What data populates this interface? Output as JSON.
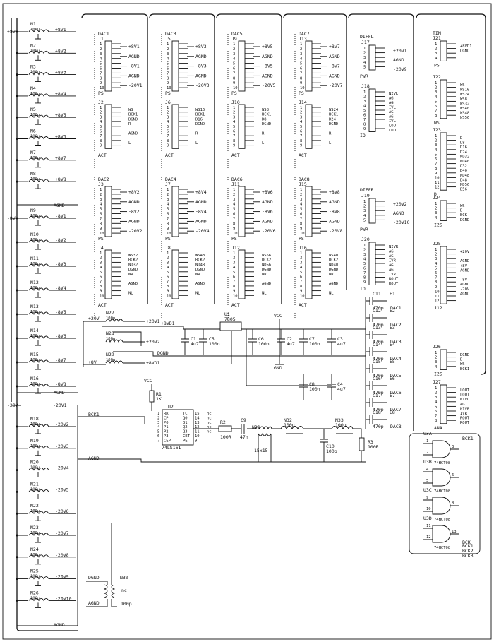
{
  "inductors_left": [
    {
      "ref": "N1",
      "val": "100µ",
      "net": "+8V1"
    },
    {
      "ref": "N2",
      "val": "100µ",
      "net": "+8V2"
    },
    {
      "ref": "N3",
      "val": "100µ",
      "net": "+8V3"
    },
    {
      "ref": "N4",
      "val": "100µ",
      "net": "+8V4"
    },
    {
      "ref": "N5",
      "val": "100µ",
      "net": "+8V5"
    },
    {
      "ref": "N6",
      "val": "100µ",
      "net": "+8V6"
    },
    {
      "ref": "N7",
      "val": "100µ",
      "net": "+8V7"
    },
    {
      "ref": "N8",
      "val": "100µ",
      "net": "+8V8"
    },
    {
      "ref": "N9",
      "val": "100µ",
      "net": "-8V1"
    },
    {
      "ref": "N10",
      "val": "100µ",
      "net": "-8V2"
    },
    {
      "ref": "N11",
      "val": "100µ",
      "net": "-8V3"
    },
    {
      "ref": "N12",
      "val": "100µ",
      "net": "-8V4"
    },
    {
      "ref": "N13",
      "val": "100µ",
      "net": "-8V5"
    },
    {
      "ref": "N14",
      "val": "100µ",
      "net": "-8V6"
    },
    {
      "ref": "N15",
      "val": "100µ",
      "net": "-8V7"
    },
    {
      "ref": "N16",
      "val": "100µ",
      "net": "-8V8"
    },
    {
      "ref": "N18",
      "val": "100µ",
      "net": "-20V2"
    },
    {
      "ref": "N19",
      "val": "100µ",
      "net": "-20V3"
    },
    {
      "ref": "N20",
      "val": "100µ",
      "net": "-20V4"
    },
    {
      "ref": "N21",
      "val": "100µ",
      "net": "-20V5"
    },
    {
      "ref": "N22",
      "val": "100µ",
      "net": "-20V6"
    },
    {
      "ref": "N23",
      "val": "100µ",
      "net": "-20V7"
    },
    {
      "ref": "N24",
      "val": "100µ",
      "net": "-20V8"
    },
    {
      "ref": "N25",
      "val": "100µ",
      "net": "-20V9"
    },
    {
      "ref": "N26",
      "val": "100µ",
      "net": "-20V10"
    }
  ],
  "rails": {
    "plus8": "+8V",
    "minus8": "-8V",
    "minus20": "-20V",
    "minus20_1": "-20V1",
    "agnd": "AGND",
    "bck1": "BCK1"
  },
  "dac_top": [
    {
      "title": "DAC1",
      "j1": "J1",
      "j2": "J2",
      "ps": "PS",
      "act": "ACT",
      "p1": "+8V1",
      "p2": "AGND",
      "p3": "-8V1",
      "p4": "AGND",
      "p5": "-20V1",
      "a1": "WS",
      "a2": "BCK1",
      "a3": "DGND",
      "a4": "R",
      "a5": "AGND",
      "a6": "L"
    },
    {
      "title": "DAC3",
      "j1": "J5",
      "j2": "J6",
      "ps": "PS",
      "act": "ACT",
      "p1": "+8V3",
      "p2": "AGND",
      "p3": "-8V3",
      "p4": "AGND",
      "p5": "-20V3",
      "a1": "WS16",
      "a2": "BCK1",
      "a3": "D16",
      "a4": "DGND",
      "a5": "R",
      "a6": "L"
    },
    {
      "title": "DAC5",
      "j1": "J9",
      "j2": "J10",
      "ps": "PS",
      "act": "ACT",
      "p1": "+8V5",
      "p2": "AGND",
      "p3": "-8V5",
      "p4": "AGND",
      "p5": "-20V5",
      "a1": "WS8",
      "a2": "BCK1",
      "a3": "D8",
      "a4": "DGND",
      "a5": "R",
      "a6": "L"
    },
    {
      "title": "DAC7",
      "j1": "J13",
      "j2": "J14",
      "ps": "PS",
      "act": "ACT",
      "p1": "+8V7",
      "p2": "AGND",
      "p3": "-8V7",
      "p4": "AGND",
      "p5": "-20V7",
      "a1": "WS24",
      "a2": "BCK1",
      "a3": "D24",
      "a4": "DGND",
      "a5": "R",
      "a6": "L"
    }
  ],
  "dac_bottom": [
    {
      "title": "DAC2",
      "j1": "J3",
      "j2": "J4",
      "ps": "PS",
      "act": "ACT",
      "p1": "+8V2",
      "p2": "AGND",
      "p3": "-8V2",
      "p4": "AGND",
      "p5": "-20V2",
      "a1": "WS32",
      "a2": "BCK2",
      "a3": "ND32",
      "a4": "DGND",
      "a5": "NR",
      "a6": "AGND",
      "a7": "NL"
    },
    {
      "title": "DAC4",
      "j1": "J7",
      "j2": "J8",
      "ps": "PS",
      "act": "ACT",
      "p1": "+8V4",
      "p2": "AGND",
      "p3": "-8V4",
      "p4": "AGND",
      "p5": "-20V4",
      "a1": "WS48",
      "a2": "BCK2",
      "a3": "ND48",
      "a4": "DGND",
      "a5": "NR",
      "a6": "AGND",
      "a7": "NL"
    },
    {
      "title": "DAC6",
      "j1": "J11",
      "j2": "J12",
      "ps": "PS",
      "act": "ACT",
      "p1": "+8V6",
      "p2": "AGND",
      "p3": "-8V6",
      "p4": "AGND",
      "p5": "-20V6",
      "a1": "WS56",
      "a2": "BCK2",
      "a3": "ND56",
      "a4": "DGND",
      "a5": "NR",
      "a6": "AGND",
      "a7": "NL"
    },
    {
      "title": "DAC8",
      "j1": "J15",
      "j2": "J16",
      "ps": "PS",
      "act": "ACT",
      "p1": "+8V8",
      "p2": "AGND",
      "p3": "-8V8",
      "p4": "AGND",
      "p5": "-20V8",
      "a1": "WS40",
      "a2": "BCK2",
      "a3": "ND40",
      "a4": "DGND",
      "a5": "NR",
      "a6": "AGND",
      "a7": "NL"
    }
  ],
  "diffl": {
    "title": "DIFFL",
    "j": "J17",
    "pwr": "PWR",
    "p1": "+20V1",
    "p2": "AGND",
    "p3": "-20V9",
    "j2": "J18",
    "io": "IO",
    "sig": [
      "NIVL",
      "AG",
      "AG",
      "IVL",
      "AG",
      "AG",
      "IVL",
      "LOUT",
      "LOUT"
    ]
  },
  "diffr": {
    "title": "DIFFR",
    "j": "J19",
    "pwr": "PWR",
    "p1": "+20V2",
    "p2": "AGND",
    "p3": "-20V10",
    "j2": "J20",
    "io": "IO",
    "sig": [
      "NIVR",
      "AG",
      "AG",
      "IVR",
      "AG",
      "AG",
      "IVR",
      "ROUT",
      "ROUT"
    ]
  },
  "tim": {
    "j": "J21",
    "ps": "PS",
    "p1": "+8VD1",
    "p2": "DGND"
  },
  "ws_conn": {
    "j": "J22",
    "label": "WS",
    "sig": [
      "WS",
      "WS16",
      "WS24",
      "WS8",
      "WS32",
      "WS40",
      "WS48",
      "WS56"
    ]
  },
  "d_conn": {
    "j": "J23",
    "label": "D",
    "sig": [
      "D",
      "D8",
      "D16",
      "D24",
      "ND32",
      "ND40",
      "D32",
      "D40",
      "ND48",
      "D48",
      "ND56",
      "D56"
    ]
  },
  "i2s_conn": {
    "j": "J24",
    "label": "I2S",
    "sig": [
      "WS",
      "D",
      "BCK",
      "DGND"
    ]
  },
  "pwr_conn": {
    "j": "J25",
    "label": "J12",
    "sig": [
      "+20V",
      "AGND",
      "+8V",
      "AGND",
      "-8V",
      "AGND",
      "-20V",
      "AGND"
    ]
  },
  "i2s2_conn": {
    "j": "J26",
    "label": "I2S",
    "sig": [
      "DGND",
      "D",
      "WS",
      "BCK1"
    ]
  },
  "ana_conn": {
    "j": "J27",
    "label": "ANA",
    "sig": [
      "LOUT",
      "LOUT",
      "NIVL",
      "AG",
      "NIVR",
      "IVR",
      "ROUT",
      "ROUT"
    ]
  },
  "regulator": {
    "ref": "U1",
    "part": "7805",
    "vcc": "VCC",
    "gnd": "GND",
    "net_in": "+8VD1"
  },
  "caps": [
    {
      "ref": "C1",
      "val": "4u7"
    },
    {
      "ref": "C5",
      "val": "100n"
    },
    {
      "ref": "C6",
      "val": "100n"
    },
    {
      "ref": "C2",
      "val": "4u7"
    },
    {
      "ref": "C7",
      "val": "100n"
    },
    {
      "ref": "C3",
      "val": "4u7"
    },
    {
      "ref": "C8",
      "val": "100n"
    },
    {
      "ref": "C4",
      "val": "4u7"
    },
    {
      "ref": "C9",
      "val": "47n"
    },
    {
      "ref": "C10",
      "val": "100p"
    }
  ],
  "inductors_mid": [
    {
      "ref": "N27",
      "val": "100µ",
      "net": "+20V1"
    },
    {
      "ref": "N28",
      "val": "100µ",
      "net": "+20V2"
    },
    {
      "ref": "N29",
      "val": "100µ",
      "net": "+8VD1"
    },
    {
      "ref": "N30",
      "val": "100p"
    },
    {
      "ref": "N31",
      "val": "15x15"
    },
    {
      "ref": "N32",
      "val": "100µ"
    },
    {
      "ref": "N33",
      "val": "100µ"
    }
  ],
  "mid_nets": {
    "p20": "+20V",
    "p8": "+8V",
    "dgnd": "DGND",
    "bck1": "BCK1",
    "agnd": "AGND",
    "nc": "nc"
  },
  "counter": {
    "ref": "U2",
    "part": "74LS161",
    "vcc": "VCC",
    "r1": "R1",
    "r1v": "1K",
    "pins": [
      "RR",
      "CP",
      "P0",
      "P1",
      "P2",
      "P3",
      "CEP"
    ],
    "outs": [
      "TC",
      "Q0",
      "Q1",
      "Q2",
      "Q3",
      "CET",
      "PE"
    ],
    "nums_l": [
      "1",
      "2",
      "3",
      "4",
      "5",
      "6",
      "7"
    ],
    "nums_r": [
      "15",
      "14",
      "13",
      "12",
      "11",
      "10",
      "9"
    ],
    "nc": "nc"
  },
  "resistors": [
    {
      "ref": "R2",
      "val": "100R"
    },
    {
      "ref": "R3",
      "val": "100R"
    }
  ],
  "bck_caps": [
    {
      "c": "C11",
      "e": "E1",
      "val": "470p",
      "dac": "DAC1"
    },
    {
      "c": "C12",
      "e": "E2",
      "val": "470p",
      "dac": "DAC2"
    },
    {
      "c": "C13",
      "e": "E3",
      "val": "470p",
      "dac": "DAC3"
    },
    {
      "c": "C14",
      "e": "E4",
      "val": "470p",
      "dac": "DAC4"
    },
    {
      "c": "C15",
      "e": "E5",
      "val": "470p",
      "dac": "DAC5"
    },
    {
      "c": "C16",
      "e": "E6",
      "val": "470p",
      "dac": "DAC6"
    },
    {
      "c": "C17",
      "e": "E7",
      "val": "470p",
      "dac": "DAC7"
    },
    {
      "c": "C18",
      "e": "E8",
      "val": "470p",
      "dac": "DAC8"
    }
  ],
  "buffers": {
    "part": "74HCT08",
    "u3a": "U3A",
    "u3b": "U3B",
    "u3c": "U3C",
    "u3d": "U3D",
    "outs": [
      "BCK1",
      "BCK2",
      "BCK3"
    ],
    "bck": "BCK",
    "pins": [
      "1",
      "2",
      "3",
      "4",
      "5",
      "6",
      "9",
      "10",
      "8",
      "11",
      "12",
      "13"
    ]
  }
}
